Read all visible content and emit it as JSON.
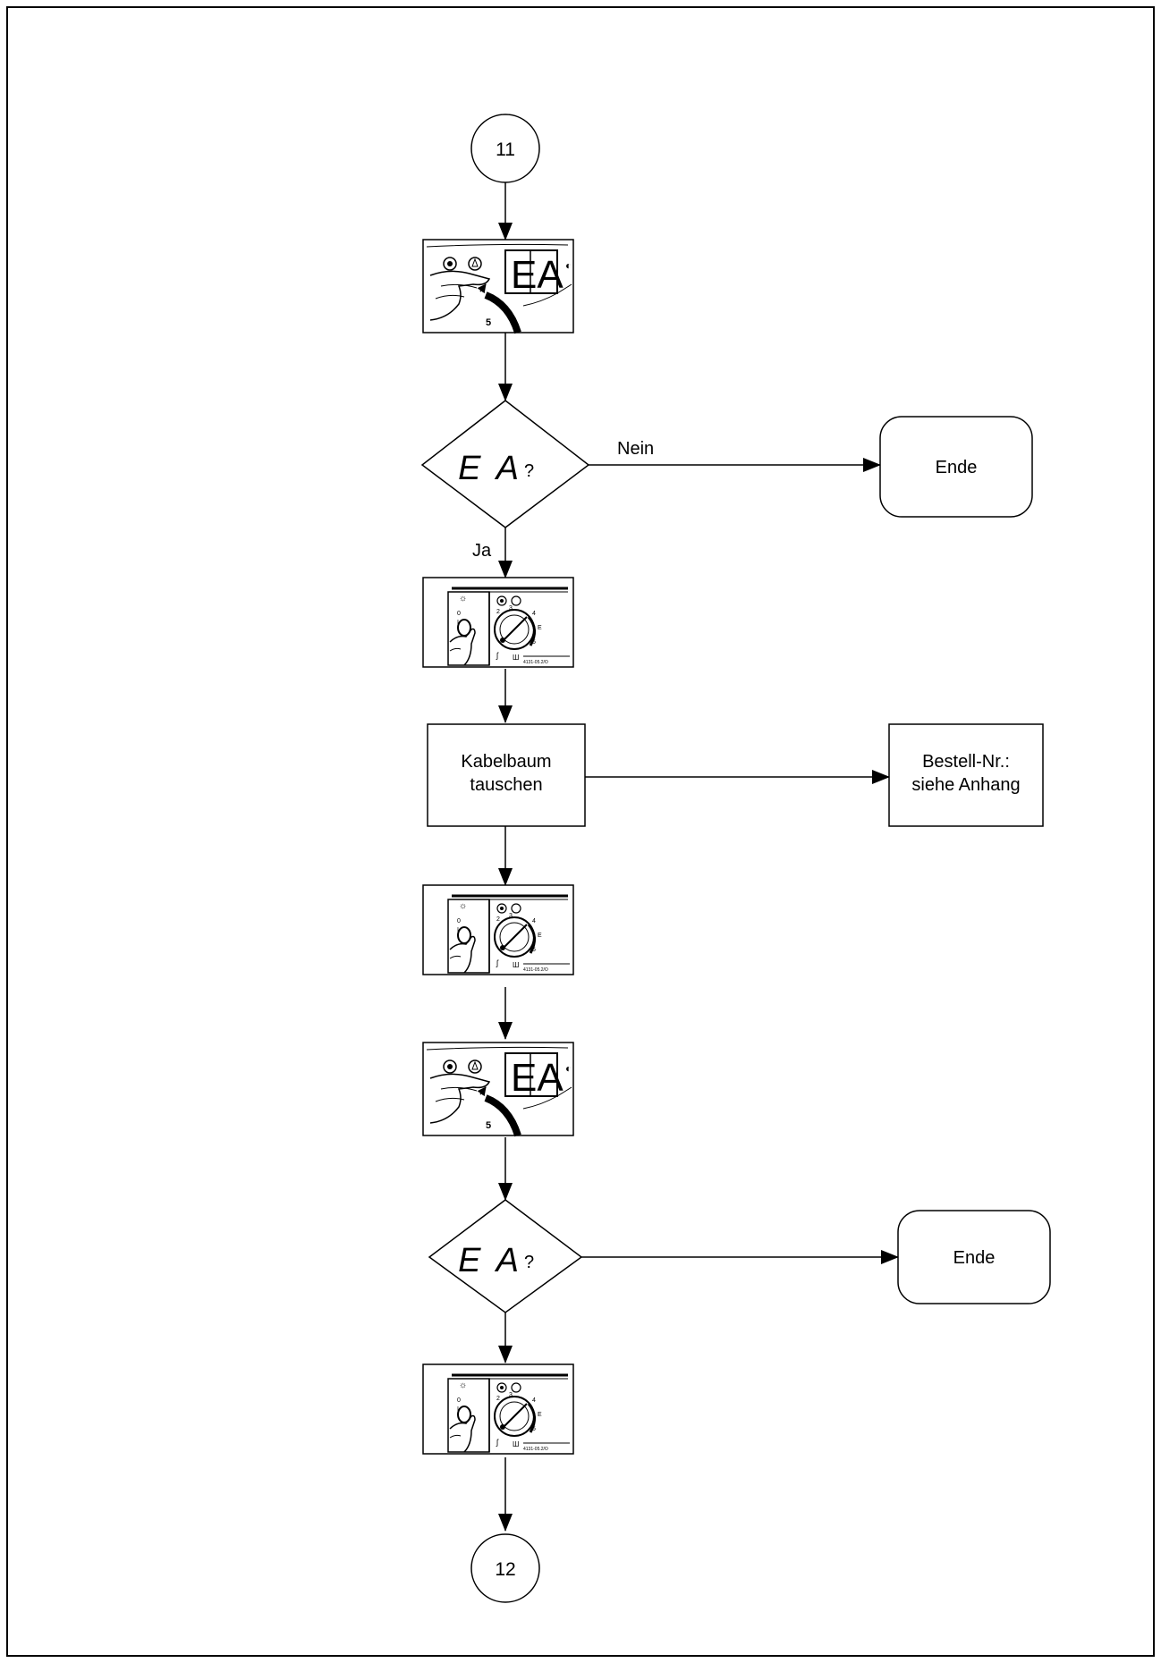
{
  "connectors": {
    "start": "11",
    "end": "12"
  },
  "decisions": [
    {
      "code": "E A",
      "suffix": "?",
      "no_label": "Nein",
      "yes_label": "Ja"
    },
    {
      "code": "E A",
      "suffix": "?"
    }
  ],
  "ends": [
    "Ende",
    "Ende"
  ],
  "process": {
    "line1": "Kabelbaum",
    "line2": "tauschen"
  },
  "order_note": {
    "line1": "Bestell-Nr.:",
    "line2": "siehe Anhang"
  },
  "device_images": [
    {
      "display": "EA",
      "scale_mark": "5"
    },
    {
      "caption": "4131-05.2/O"
    },
    {
      "caption": "4131-05.2/O"
    },
    {
      "display": "EA",
      "scale_mark": "5"
    },
    {
      "caption": "4131-05.2/O"
    }
  ],
  "icons": [
    "display-reset-button-icon",
    "main-switch-knob-icon"
  ]
}
